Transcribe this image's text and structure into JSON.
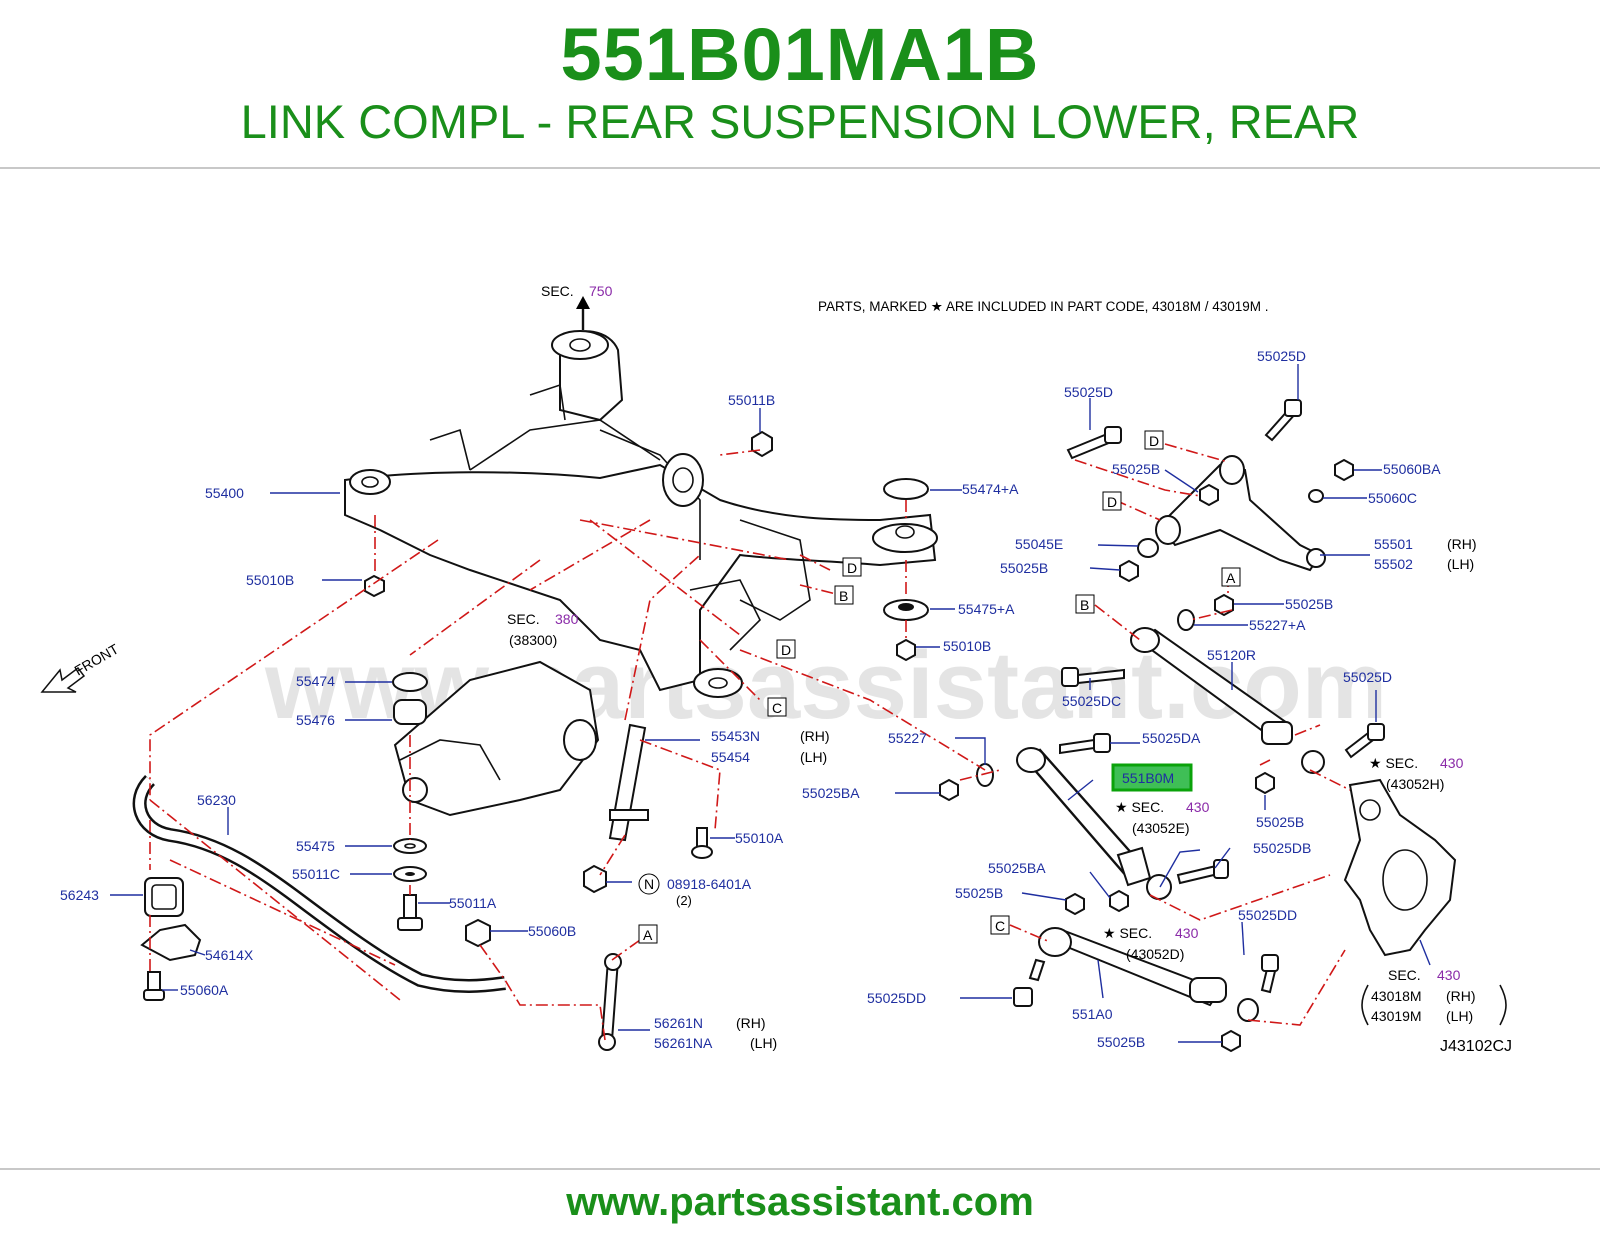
{
  "header": {
    "part_number": "551B01MA1B",
    "description": "LINK COMPL - REAR SUSPENSION LOWER, REAR"
  },
  "footer": {
    "website": "www.partsassistant.com"
  },
  "diagram": {
    "watermark": "www.partsassistant.com",
    "note": "PARTS,  MARKED  ★ ARE  INCLUDED  IN  PART  CODE,  43018M  /  43019M  .",
    "front_label": "FRONT",
    "drawing_code": "J43102CJ",
    "highlighted_part": "551B0M",
    "sec_750": {
      "prefix": "SEC.",
      "num": "750"
    },
    "sec_380": {
      "prefix": "SEC.",
      "num": "380",
      "sub": "(38300)"
    },
    "sec_430_a": {
      "prefix": "★ SEC.",
      "num": "430",
      "sub": "(43052H)"
    },
    "sec_430_b": {
      "prefix": "★ SEC.",
      "num": "430",
      "sub": "(43052E)"
    },
    "sec_430_c": {
      "prefix": "★ SEC.",
      "num": "430",
      "sub": "(43052D)"
    },
    "sec_430_d": {
      "prefix": "SEC.",
      "num": "430",
      "sub1": "43018M",
      "sub1_side": "(RH)",
      "sub2": "43019M",
      "sub2_side": "(LH)"
    },
    "labels": {
      "p55400": "55400",
      "p55010B_1": "55010B",
      "p55011B": "55011B",
      "p55474A": "55474+A",
      "p55475A": "55475+A",
      "p55010B_2": "55010B",
      "p55474": "55474",
      "p55476": "55476",
      "p55475": "55475",
      "p55011C": "55011C",
      "p55011A": "55011A",
      "p55060B": "55060B",
      "p56230": "56230",
      "p56243": "56243",
      "p54614X": "54614X",
      "p55060A": "55060A",
      "p55453N": "55453N",
      "p55453N_side": "(RH)",
      "p55454": "55454",
      "p55454_side": "(LH)",
      "p55010A": "55010A",
      "p08918": "08918-6401A",
      "p08918_qty": "(2)",
      "n_marker": "N",
      "p56261N": "56261N",
      "p56261N_side": "(RH)",
      "p56261NA": "56261NA",
      "p56261NA_side": "(LH)",
      "p55025D_1": "55025D",
      "p55025D_2": "55025D",
      "p55025B_1": "55025B",
      "p55060BA": "55060BA",
      "p55060C": "55060C",
      "p55045E": "55045E",
      "p55025B_2": "55025B",
      "p55501": "55501",
      "p55501_side": "(RH)",
      "p55502": "55502",
      "p55502_side": "(LH)",
      "p55025B_3": "55025B",
      "p55227A": "55227+A",
      "p55120R": "55120R",
      "p55025DC": "55025DC",
      "p55025D_3": "55025D",
      "p55227": "55227",
      "p55025DA": "55025DA",
      "p55025BA_1": "55025BA",
      "p55025B_4": "55025B",
      "p55025DB": "55025DB",
      "p55025BA_2": "55025BA",
      "p55025B_5": "55025B",
      "p55025DD_1": "55025DD",
      "p55025DD_2": "55025DD",
      "p551A0": "551A0",
      "p55025B_6": "55025B"
    },
    "markers": {
      "A": "A",
      "B": "B",
      "C": "C",
      "D": "D"
    }
  }
}
